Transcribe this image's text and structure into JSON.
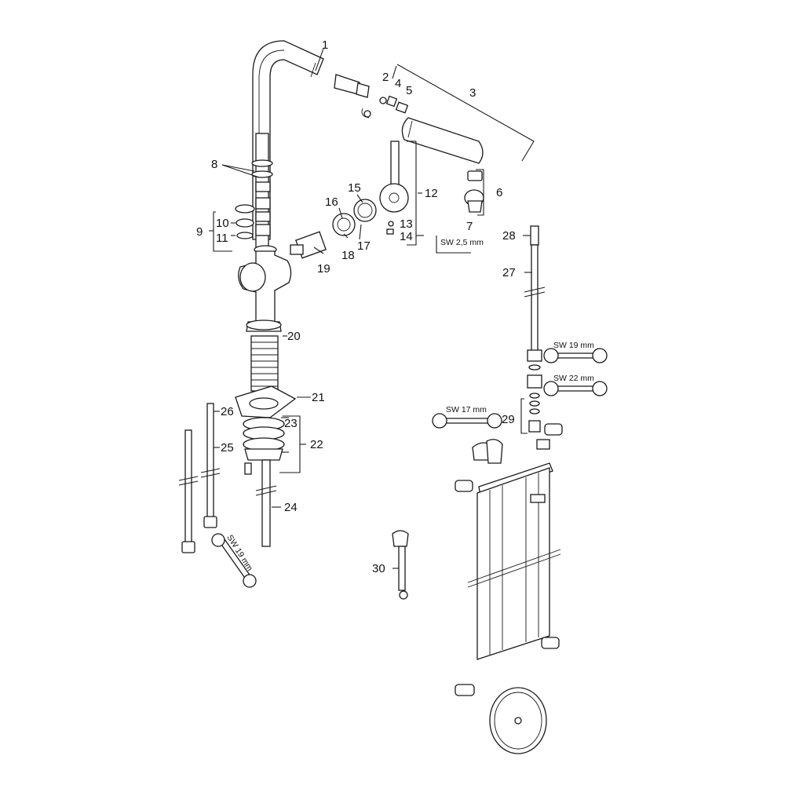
{
  "callouts": [
    "1",
    "2",
    "3",
    "4",
    "5",
    "6",
    "7",
    "8",
    "9",
    "10",
    "11",
    "12",
    "13",
    "14",
    "15",
    "16",
    "17",
    "18",
    "19",
    "20",
    "21",
    "22",
    "23",
    "24",
    "25",
    "26",
    "27",
    "28",
    "29",
    "30"
  ],
  "tools": {
    "hex_key": "SW 2,5 mm",
    "wrench_19_right": "SW 19 mm",
    "wrench_22": "SW 22 mm",
    "wrench_17": "SW 17 mm",
    "wrench_19_left": "SW 19 mm"
  }
}
